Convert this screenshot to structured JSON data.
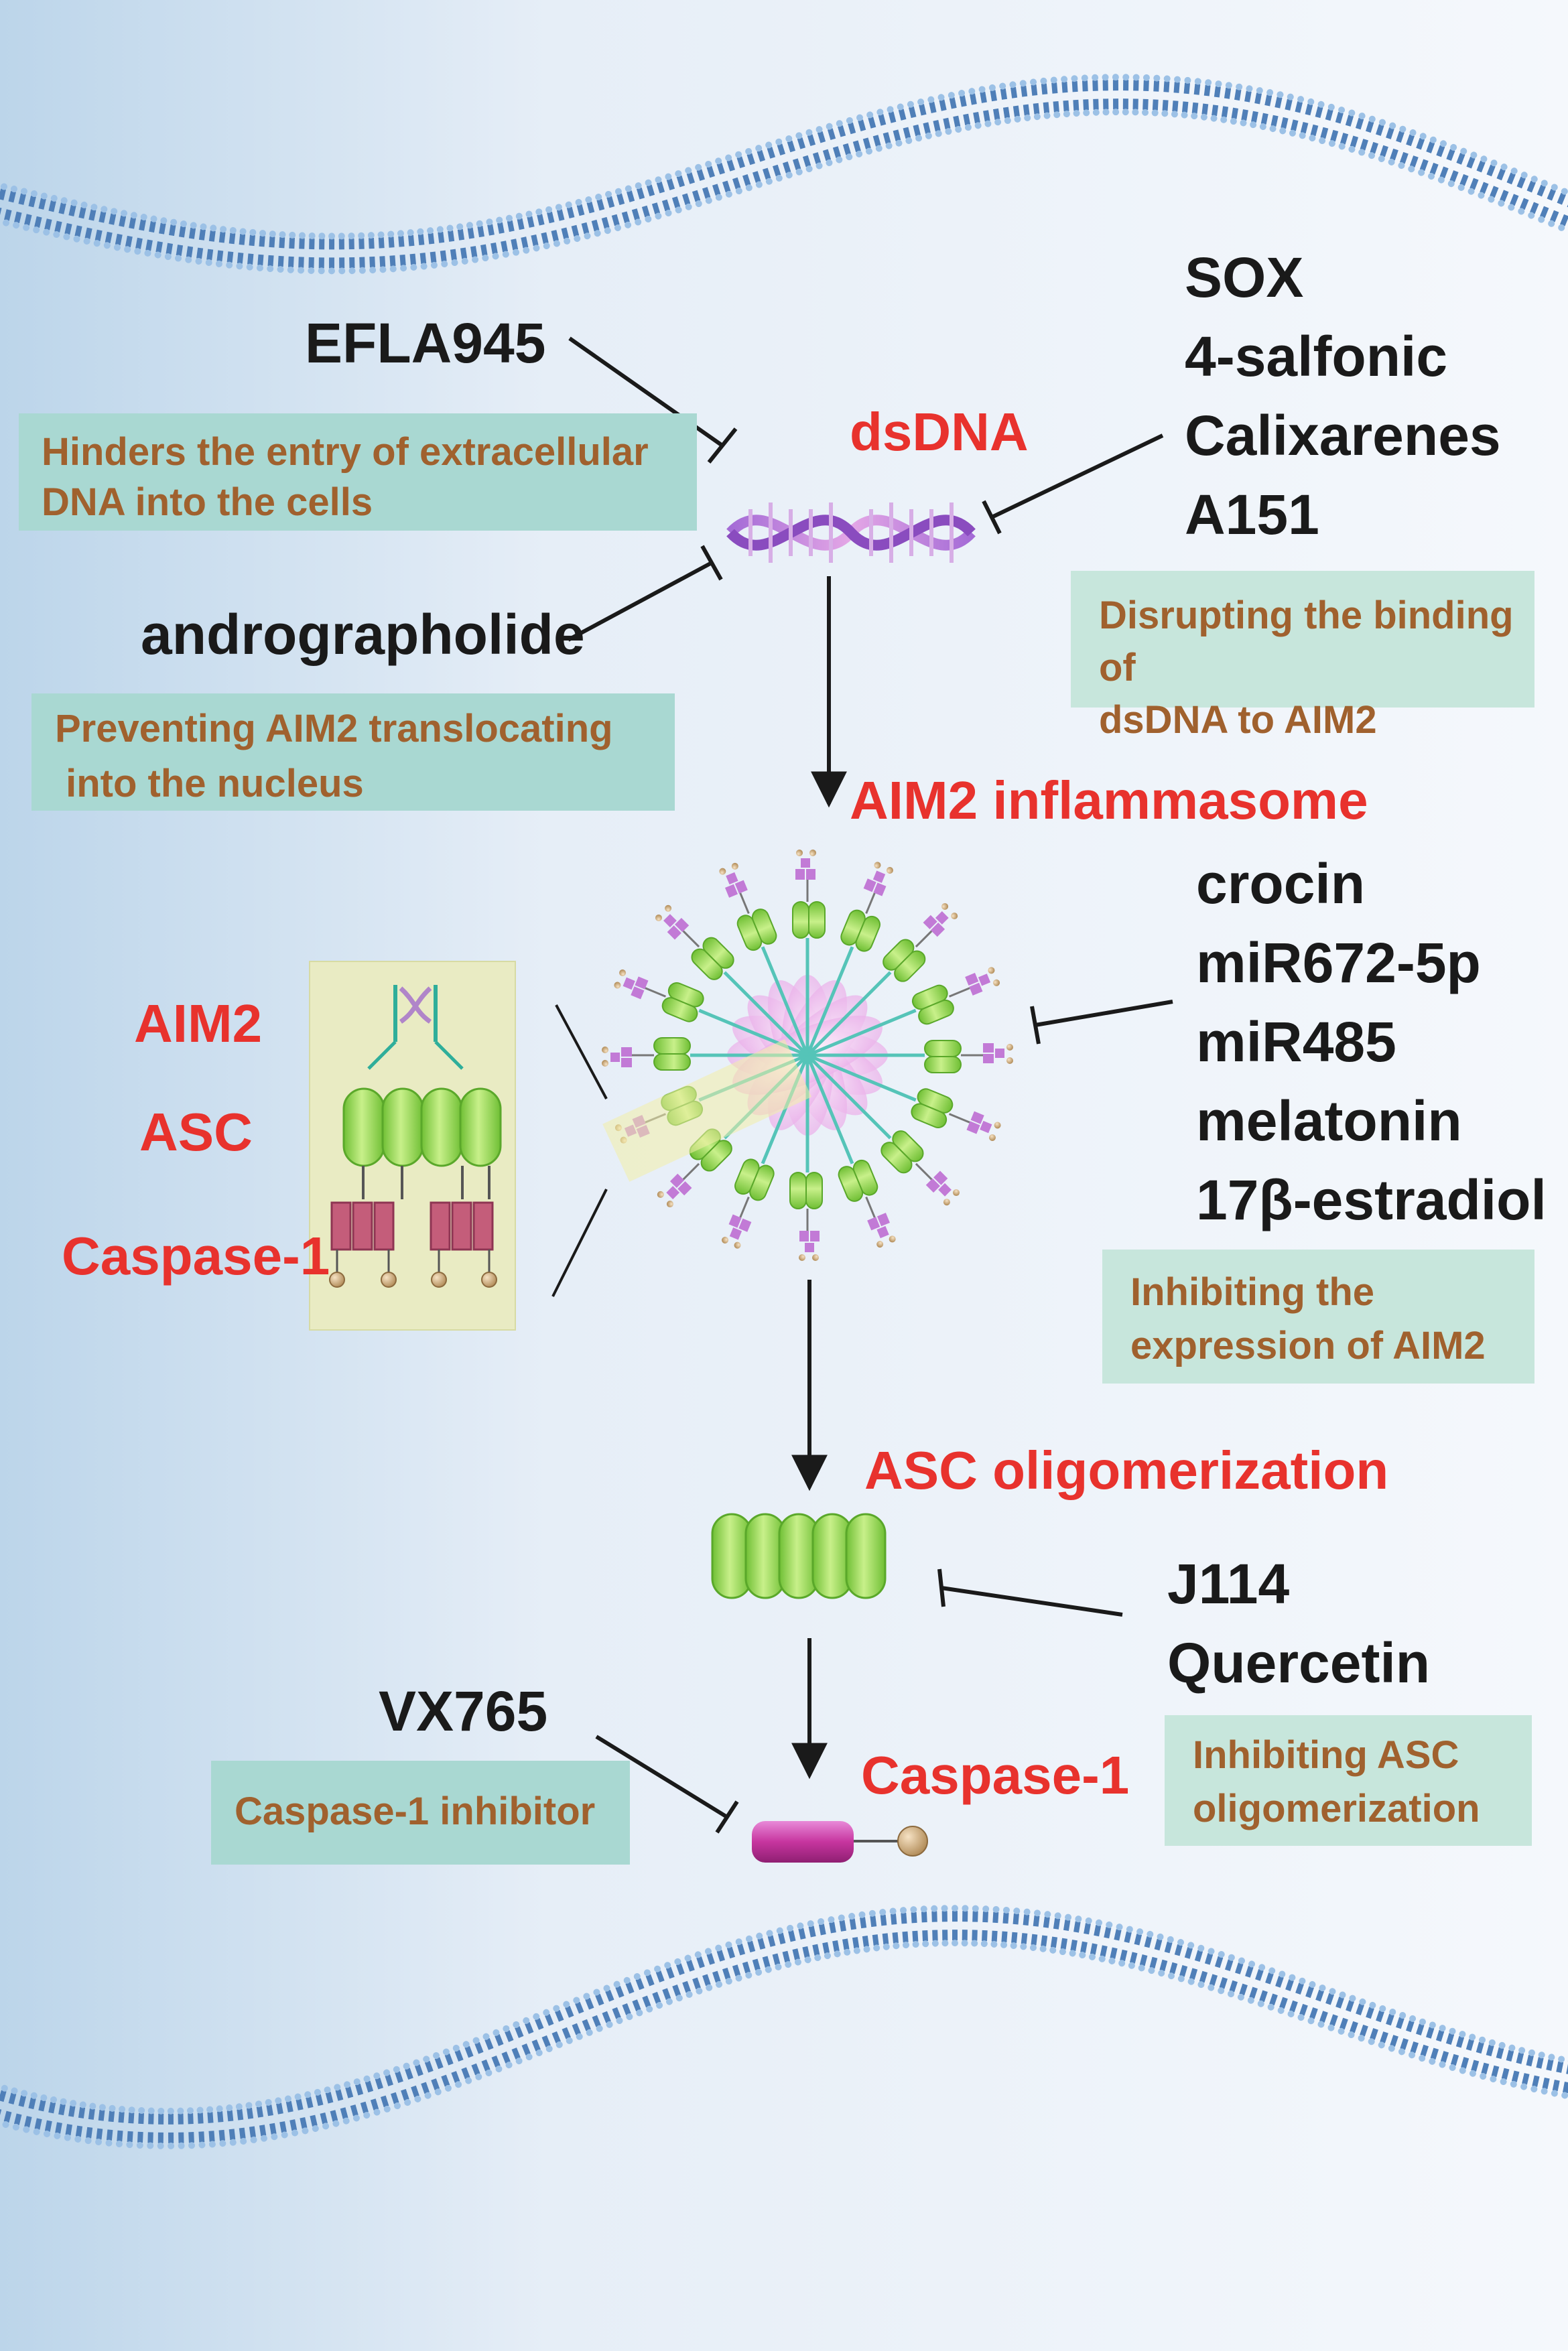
{
  "nodes": {
    "dsdna": "dsDNA",
    "aim2_inflammasome": "AIM2 inflammasome",
    "asc_oligomerization": "ASC oligomerization",
    "caspase1": "Caspase-1"
  },
  "legend": {
    "aim2": "AIM2",
    "asc": "ASC",
    "caspase1": "Caspase-1"
  },
  "inhibitors": {
    "efla945": "EFLA945",
    "andrographolide": "andrographolide",
    "dna_binding": [
      "SOX",
      "4-salfonic",
      "Calixarenes",
      "A151"
    ],
    "aim2_expression": [
      "crocin",
      "miR672-5p",
      "miR485",
      "melatonin",
      "17β-estradiol"
    ],
    "asc_oligo": [
      "J114",
      "Quercetin"
    ],
    "vx765": "VX765"
  },
  "notes": {
    "efla945": [
      "Hinders the entry of extracellular",
      "DNA into the cells"
    ],
    "andrographolide": [
      "Preventing AIM2 translocating",
      " into the nucleus"
    ],
    "dna_binding": [
      "Disrupting the binding of",
      "dsDNA to AIM2"
    ],
    "aim2_expression": [
      "Inhibiting the",
      "expression of AIM2"
    ],
    "asc_oligo": [
      "Inhibiting ASC",
      "oligomerization"
    ],
    "vx765": [
      "Caspase-1 inhibitor"
    ]
  },
  "colors": {
    "label_red": "#e8322d",
    "note_text": "#a0612e",
    "note_bg": "#c7e6dc",
    "asc_green": "#8fd44a",
    "aim2_purple": "#c27ad6",
    "caspase_magenta": "#cc3fb5",
    "membrane_blue": "#7ba4cf"
  }
}
